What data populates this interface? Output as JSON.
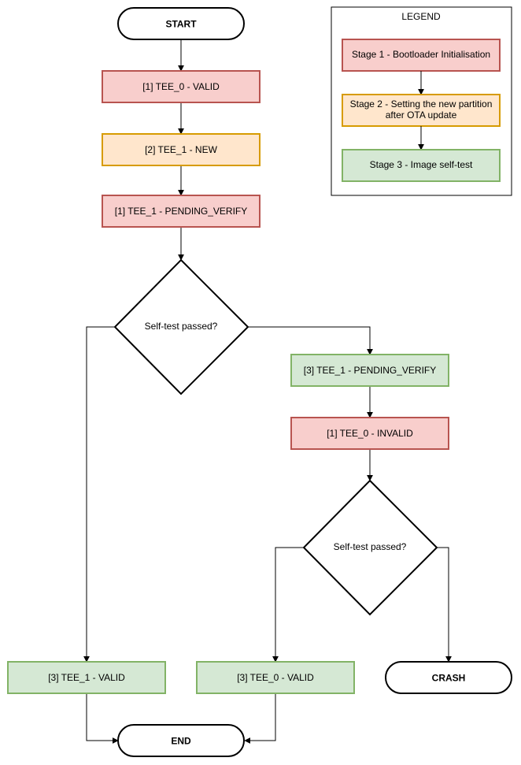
{
  "nodes": {
    "start": "START",
    "tee0_valid": "[1] TEE_0 - VALID",
    "tee1_new": "[2] TEE_1 - NEW",
    "tee1_pending_1": "[1] TEE_1 - PENDING_VERIFY",
    "decision1": "Self-test passed?",
    "tee1_pending_3": "[3] TEE_1 - PENDING_VERIFY",
    "tee0_invalid": "[1] TEE_0 - INVALID",
    "decision2": "Self-test passed?",
    "tee1_valid": "[3] TEE_1 - VALID",
    "tee0_valid_3": "[3] TEE_0 - VALID",
    "crash": "CRASH",
    "end": "END"
  },
  "legend": {
    "title": "LEGEND",
    "stage1": "Stage 1 - Bootloader Initialisation",
    "stage2_line1": "Stage 2 - Setting the new partition",
    "stage2_line2": "after OTA update",
    "stage3": "Stage 3 - Image self-test"
  },
  "colors": {
    "stage1_fill": "#f8cecc",
    "stage1_stroke": "#b85450",
    "stage2_fill": "#ffe6cc",
    "stage2_stroke": "#d79b00",
    "stage3_fill": "#d5e8d4",
    "stage3_stroke": "#82b366"
  }
}
